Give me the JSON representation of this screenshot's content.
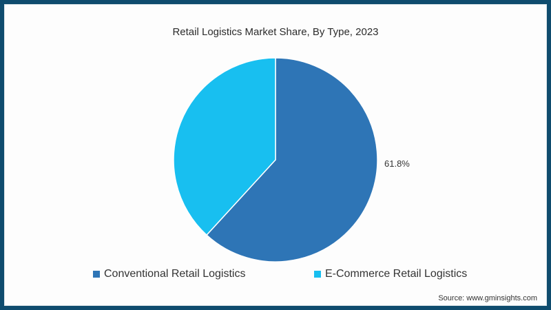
{
  "chart_data": {
    "type": "pie",
    "title": "Retail Logistics Market Share, By Type, 2023",
    "categories": [
      "Conventional Retail Logistics",
      "E-Commerce Retail Logistics"
    ],
    "values": [
      61.8,
      38.2
    ],
    "colors": [
      "#2e75b6",
      "#18bff0"
    ],
    "data_labels": [
      "61.8%",
      ""
    ],
    "legend_position": "bottom",
    "start_angle": "top, clockwise"
  },
  "labels": {
    "title": "Retail Logistics Market Share, By Type, 2023",
    "slice_label": "61.8%",
    "legend": [
      "Conventional Retail Logistics",
      "E-Commerce Retail Logistics"
    ],
    "source": "Source: www.gminsights.com"
  },
  "colors": {
    "frame": "#0f4c6e",
    "conventional": "#2e75b6",
    "ecommerce": "#18bff0"
  }
}
